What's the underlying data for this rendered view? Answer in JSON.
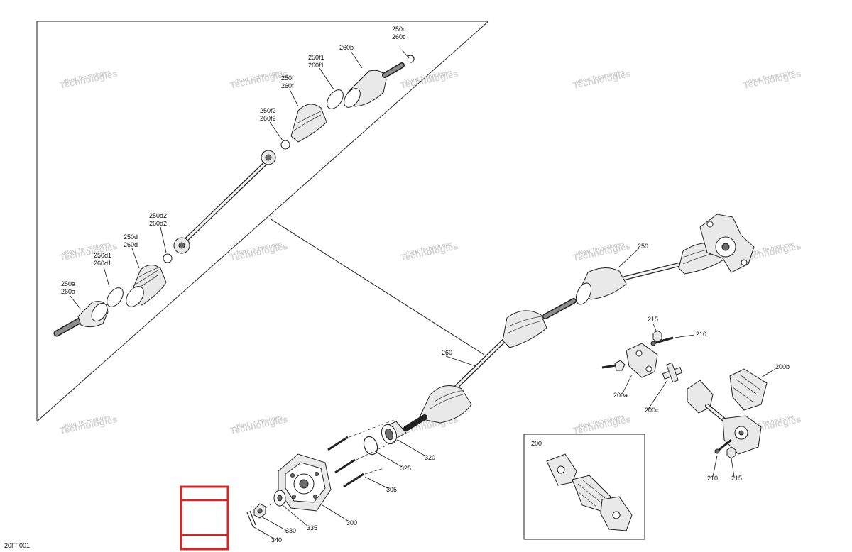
{
  "figure_code": "20FF001",
  "watermark": {
    "line1": "vNext Technologies",
    "line2": "Technologies"
  },
  "callouts": {
    "c250c": "250c",
    "c260c": "260c",
    "c260b": "260b",
    "c250f1": "250f1",
    "c260f1": "260f1",
    "c250f": "250f",
    "c260f": "260f",
    "c250f2": "250f2",
    "c260f2": "260f2",
    "c250d2": "250d2",
    "c260d2": "260d2",
    "c250d": "250d",
    "c260d": "260d",
    "c250d1": "250d1",
    "c260d1": "260d1",
    "c250a": "250a",
    "c260a": "260a",
    "c250": "250",
    "c260": "260",
    "c215a": "215",
    "c210a": "210",
    "c200b": "200b",
    "c200a": "200a",
    "c200c": "200c",
    "c210b": "210",
    "c215b": "215",
    "c320": "320",
    "c325": "325",
    "c305": "305",
    "c300": "300",
    "c335": "335",
    "c330": "330",
    "c340": "340",
    "inset_200": "200"
  },
  "colors": {
    "highlight_box": "#d32626",
    "line": "#222222",
    "watermark": "#c8c8c8"
  }
}
